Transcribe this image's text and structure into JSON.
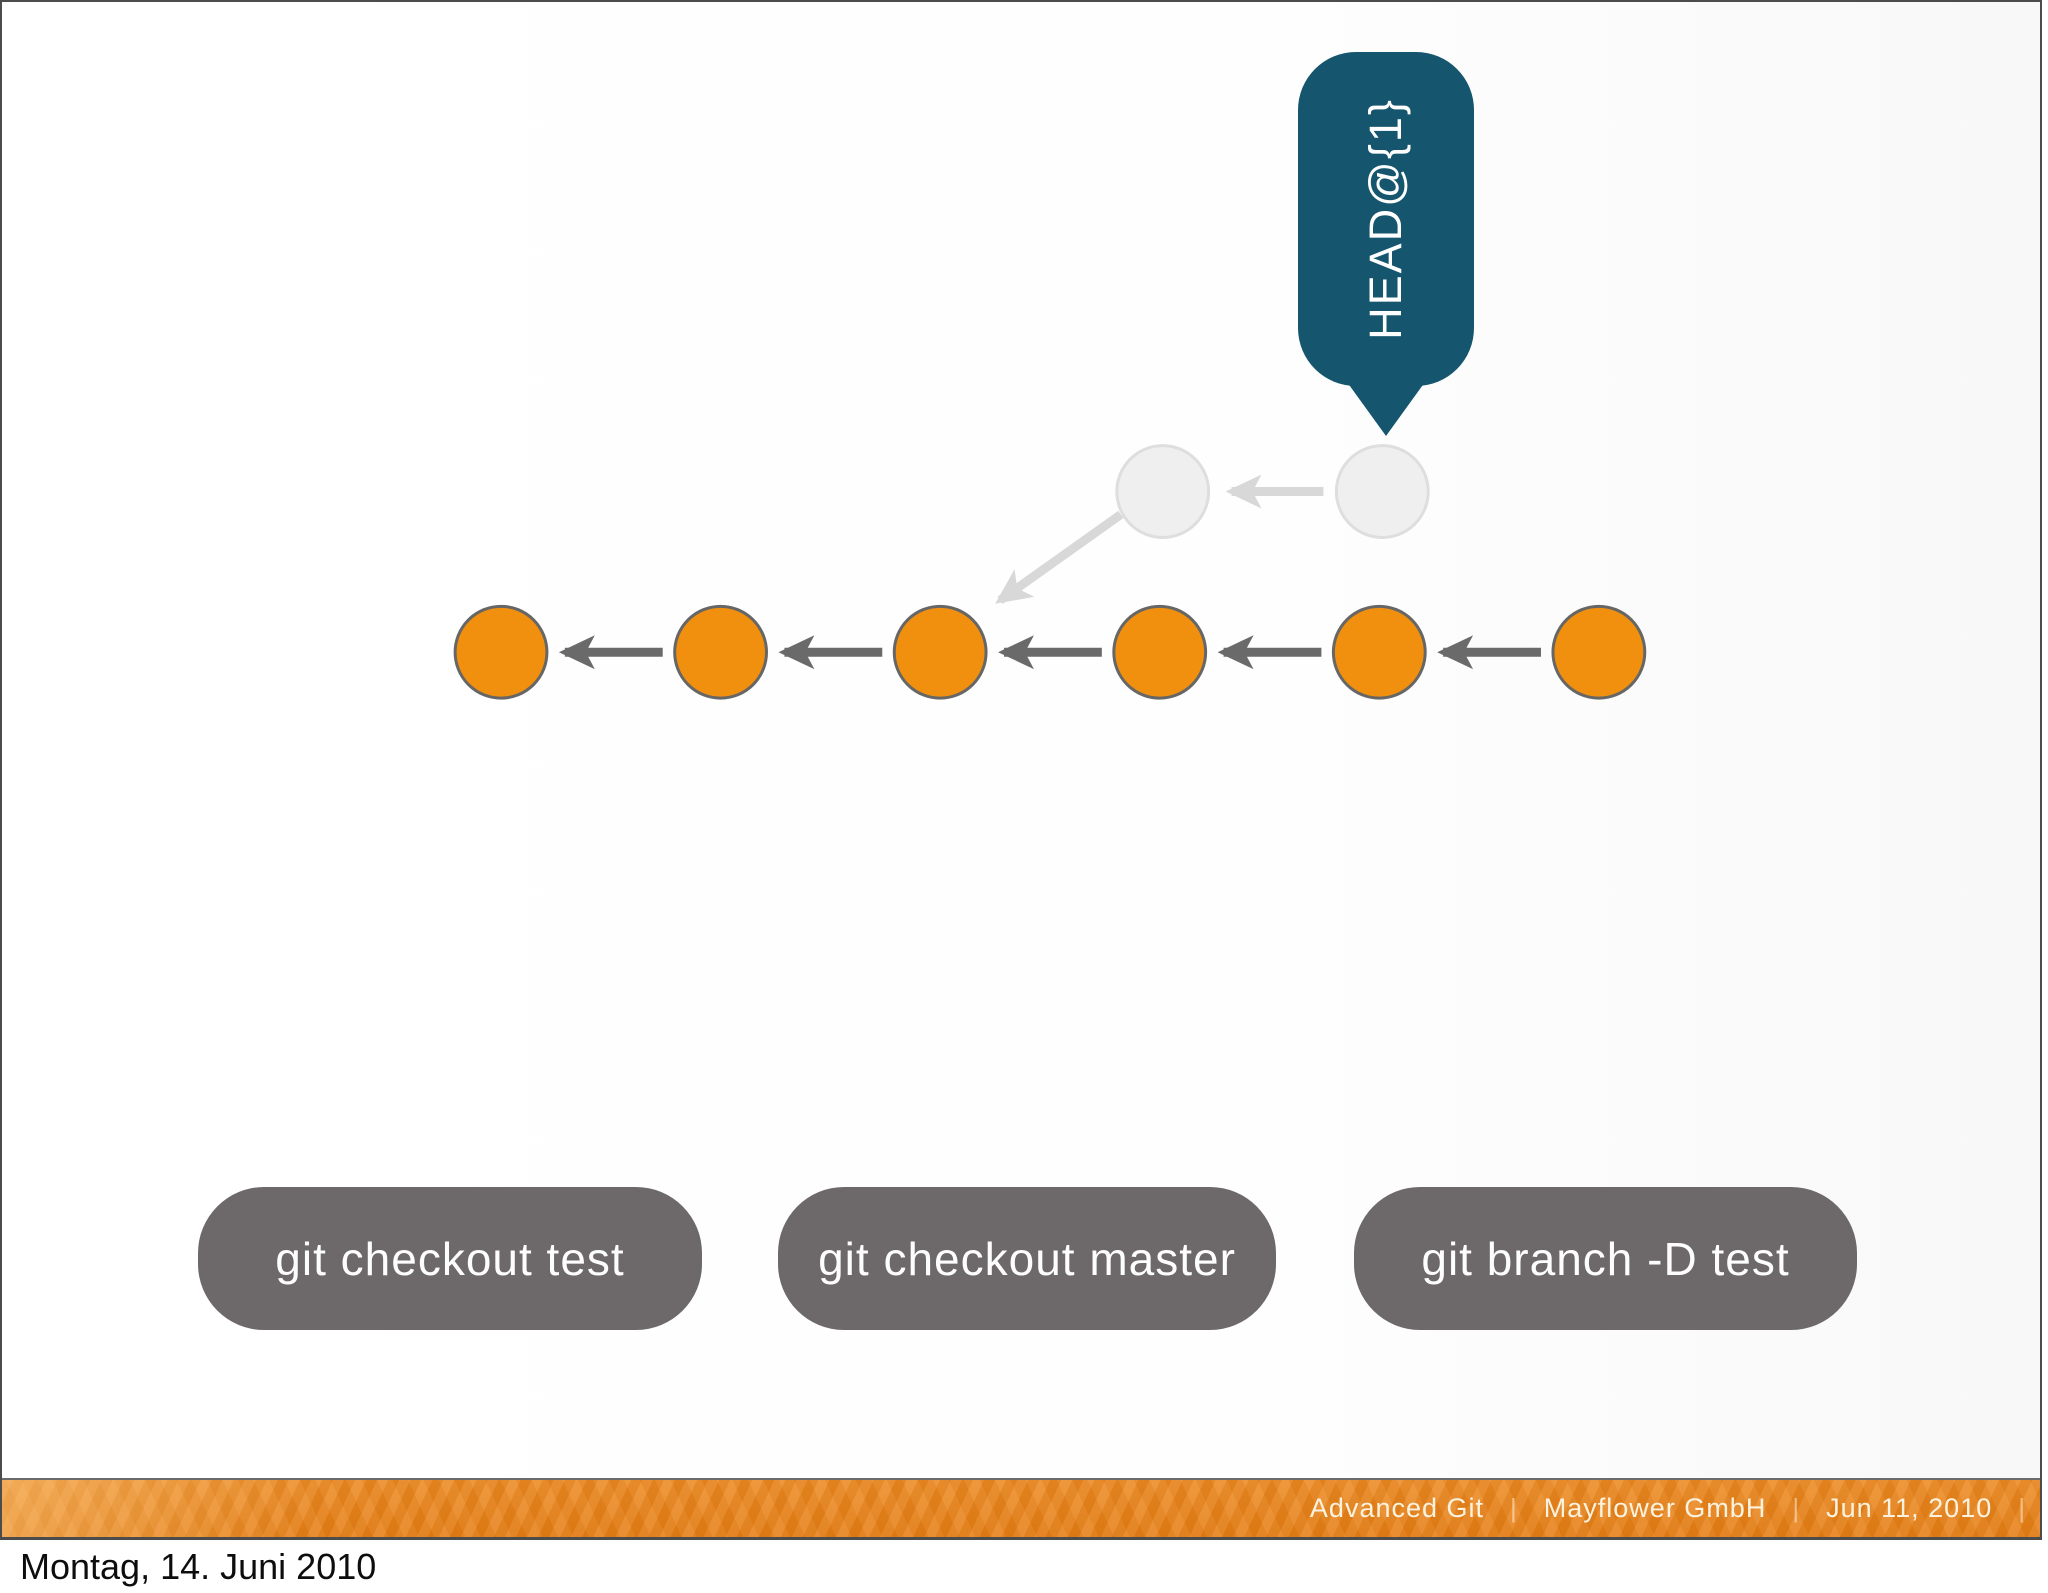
{
  "slide": {
    "bubble": {
      "label": "HEAD@{1}",
      "color": "#15566E",
      "text_color": "#FFFFFF"
    },
    "diagram": {
      "description": "Git commit graph: 6 orange commits on master pointing left via arrows; a faded (deleted) test branch of 2 gray commits above, branching off the third master commit; the HEAD@{1} bubble points at the last faded commit.",
      "master_commit_count": 6,
      "faded_commit_count": 2,
      "commit_fill": "#F0900E",
      "commit_stroke": "#666666",
      "faded_fill": "#EFEFEF",
      "faded_stroke": "#DEDEDE",
      "arrow_color": "#6A6A6A",
      "faded_arrow_color": "#D8D8D8"
    },
    "commands": [
      {
        "label": "git checkout test"
      },
      {
        "label": "git checkout master"
      },
      {
        "label": "git branch -D test"
      }
    ],
    "command_box_color": "#6D696A"
  },
  "footer": {
    "items": [
      "Advanced Git",
      "Mayflower GmbH",
      "Jun 11, 2010"
    ],
    "separator": "|",
    "bar_color": "#E8821E",
    "text_color": "#FBF3DF"
  },
  "status": {
    "date_line": "Montag, 14. Juni 2010"
  }
}
